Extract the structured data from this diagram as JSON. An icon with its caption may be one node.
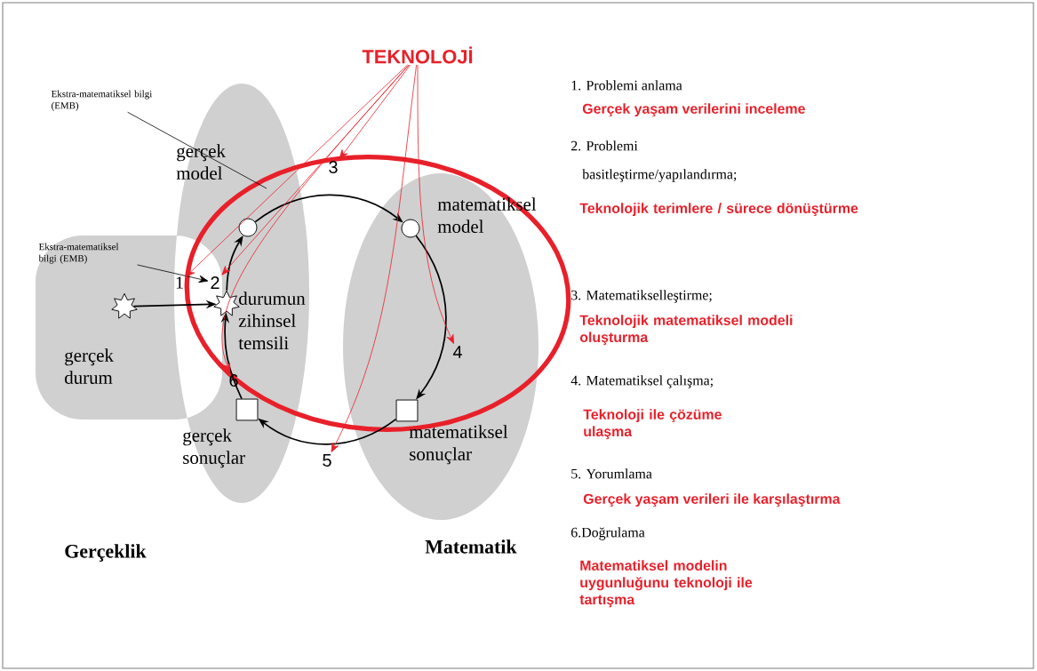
{
  "diagram": {
    "nodes": [
      {
        "text": [
          "TEKNOLOJİ"
        ]
      },
      {
        "text": [
          "Ekstra-matematiksel bilgi (EMB)"
        ]
      },
      {
        "text": [
          "Ekstra-matematiksel bilgi (EMB)"
        ]
      },
      {
        "text": [],
        "shape": "star",
        "beside": [
          "gerçek durum"
        ]
      },
      {
        "text": [],
        "shape": "star",
        "beside": [
          "durumun zihinsel temsili"
        ]
      },
      {
        "text": [],
        "shape": "circle",
        "beside": [
          "gerçek model"
        ]
      },
      {
        "text": [],
        "shape": "circle",
        "beside": [
          "matematiksel model"
        ]
      },
      {
        "text": [],
        "shape": "box",
        "beside": [
          "matematiksel sonuçlar"
        ]
      },
      {
        "text": [],
        "shape": "box",
        "beside": [
          "gerçek sonuçlar"
        ]
      },
      {
        "text": [
          "1"
        ]
      },
      {
        "text": [
          "2"
        ]
      },
      {
        "text": [
          "3"
        ]
      },
      {
        "text": [
          "4"
        ]
      },
      {
        "text": [
          "5"
        ]
      },
      {
        "text": [
          "6"
        ]
      }
    ],
    "edges": [
      {
        "from": 3,
        "to": 4,
        "arrow": "to"
      },
      {
        "from": 4,
        "to": 5,
        "arrow": "to"
      },
      {
        "from": 5,
        "to": 6,
        "arrow": "to"
      },
      {
        "from": 6,
        "to": 7,
        "arrow": "to"
      },
      {
        "from": 7,
        "to": 8,
        "arrow": "to"
      },
      {
        "from": 8,
        "to": 4,
        "arrow": "to"
      },
      {
        "from": 1,
        "to": null,
        "arrow": "none"
      },
      {
        "from": 2,
        "to": 10,
        "arrow": "to"
      },
      {
        "from": 0,
        "to": 9,
        "arrow": "to",
        "color": "#e8202a"
      },
      {
        "from": 0,
        "to": 10,
        "arrow": "to",
        "color": "#e8202a"
      },
      {
        "from": 0,
        "to": 11,
        "arrow": "to",
        "color": "#e8202a"
      },
      {
        "from": 0,
        "to": 12,
        "arrow": "to",
        "color": "#e8202a"
      },
      {
        "from": 0,
        "to": 13,
        "arrow": "to",
        "color": "#e8202a"
      },
      {
        "from": 0,
        "to": 14,
        "arrow": "to",
        "color": "#e8202a"
      }
    ],
    "labels": [
      "Gerçeklik",
      "Matematik",
      "1. Problemi anlama",
      "Gerçek yaşam verilerini inceleme",
      "2. Problemi",
      "basitleştirme/yapılandırma;",
      "Teknolojik terimlere / sürece dönüştürme",
      "3. Matematikselleştirme;",
      "Teknolojik matematiksel modeli oluşturma",
      "4. Matematiksel çalışma;",
      "Teknoloji ile çözüme ulaşma",
      "5. Yorumlama",
      "Gerçek yaşam verileri ile karşılaştırma",
      "6.Doğrulama",
      "Matematiksel modelin uygunluğunu teknoloji ile tartışma"
    ]
  }
}
